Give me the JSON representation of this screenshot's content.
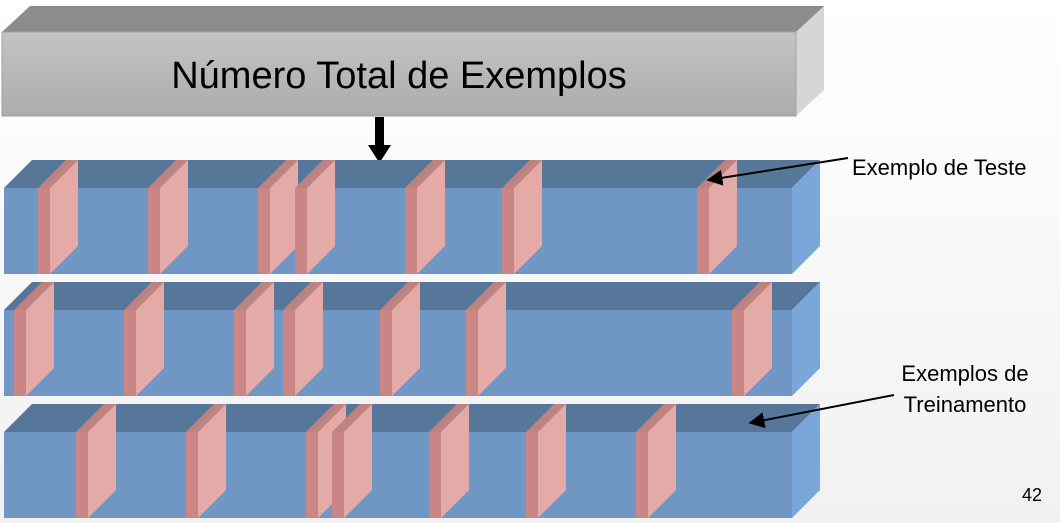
{
  "title": "Número Total de Exemplos",
  "label_test": "Exemplo de Teste",
  "label_train_line1": "Exemplos de",
  "label_train_line2": "Treinamento",
  "page_number": "42",
  "colors": {
    "bar_front": "#7096c3",
    "bar_top": "#57779a",
    "bar_side": "#7aa6d8",
    "slab_front": "#e3aaa8",
    "slab_left": "#c98684",
    "slab_top": "#bd8380",
    "header_front": "#b9b9b9",
    "header_top": "#8c8c8c",
    "header_side": "#d6d6d6"
  }
}
